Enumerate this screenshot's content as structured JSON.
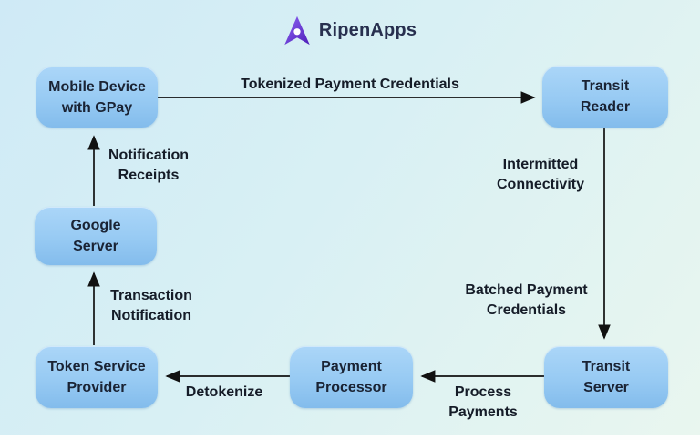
{
  "brand": {
    "name": "RipenApps",
    "logo_icon": "navigation-arrow-icon",
    "logo_gradient": [
      "#8d64f3",
      "#4e1eb8"
    ],
    "text_color": "#28304f"
  },
  "diagram": {
    "title_visible": false,
    "background_gradient": [
      "#cfeaf6",
      "#e9f6ef"
    ],
    "node_fill_gradient": [
      "#abd6f8",
      "#83bcec"
    ],
    "node_text_color": "#1a2334",
    "arrow_color": "#111111",
    "nodes": {
      "mobile_device": {
        "label": "Mobile Device\nwith GPay"
      },
      "transit_reader": {
        "label": "Transit\nReader"
      },
      "google_server": {
        "label": "Google\nServer"
      },
      "token_service_provider": {
        "label": "Token Service\nProvider"
      },
      "payment_processor": {
        "label": "Payment\nProcessor"
      },
      "transit_server": {
        "label": "Transit\nServer"
      }
    },
    "edges": {
      "tokenized": {
        "label": "Tokenized Payment Credentials",
        "from": "mobile_device",
        "to": "transit_reader"
      },
      "intermitted": {
        "label": "Intermitted\nConnectivity",
        "from": "transit_reader",
        "to": "transit_server"
      },
      "batched": {
        "label": "Batched Payment\nCredentials",
        "from": "transit_reader",
        "to": "transit_server"
      },
      "process": {
        "label": "Process\nPayments",
        "from": "transit_server",
        "to": "payment_processor"
      },
      "detokenize": {
        "label": "Detokenize",
        "from": "payment_processor",
        "to": "token_service_provider"
      },
      "transaction": {
        "label": "Transaction\nNotification",
        "from": "token_service_provider",
        "to": "google_server"
      },
      "receipts": {
        "label": "Notification\nReceipts",
        "from": "google_server",
        "to": "mobile_device"
      }
    }
  }
}
